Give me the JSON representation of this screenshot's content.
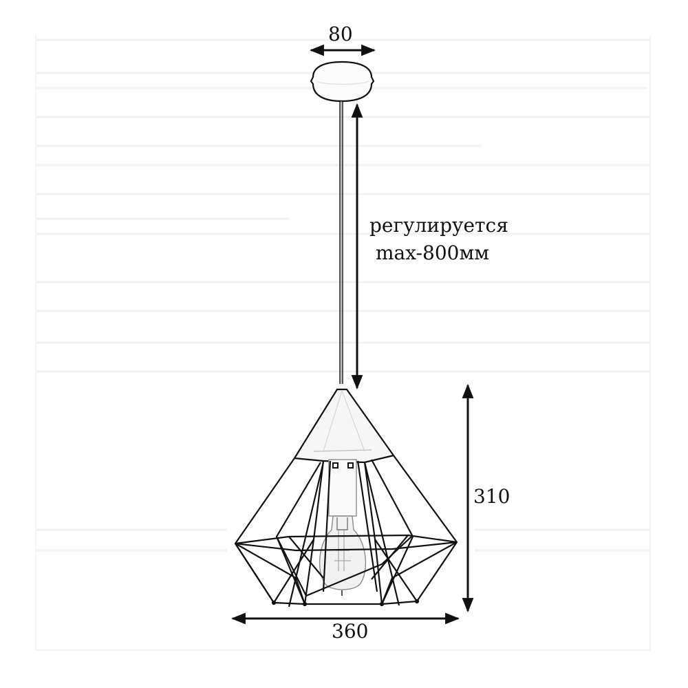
{
  "drawing": {
    "subject": "pendant lamp with geometric wire cage shade",
    "colors": {
      "line": "#111111",
      "shade_fill": "#f4f4f4",
      "bulb_stroke": "#8a8a8a",
      "background": "#ffffff",
      "ghost_text": "#f3f3f3"
    }
  },
  "dimensions": {
    "canopy_width": "80",
    "cord_note_line1": "регулируется",
    "cord_note_line2": "max-800мм",
    "shade_height": "310",
    "shade_width": "360"
  }
}
